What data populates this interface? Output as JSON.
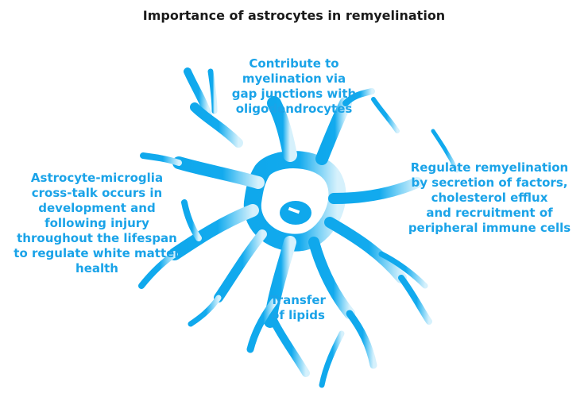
{
  "title": "Importance of astrocytes in remyelination",
  "colors": {
    "accent": "#1aa3e8",
    "cell_dark": "#0fa8ec",
    "cell_light": "#c8ecfb"
  },
  "labels": {
    "top": [
      "Contribute to",
      "myelination via",
      "gap junctions with",
      "oligodendrocytes"
    ],
    "right": [
      "Regulate remyelination",
      "by secretion of factors,",
      "cholesterol efflux",
      "and recruitment of",
      "peripheral immune cells"
    ],
    "left": [
      "Astrocyte-microglia",
      "cross-talk occurs in",
      "development and",
      "following injury",
      "throughout the lifespan",
      "to regulate white matter",
      "health"
    ],
    "center": [
      "Transfer",
      "of lipids"
    ]
  }
}
